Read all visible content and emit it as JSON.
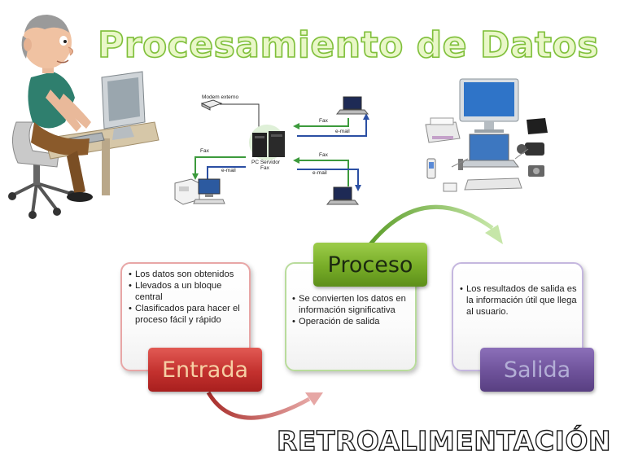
{
  "title": "Procesamiento de Datos",
  "network": {
    "modem": "Modem externo",
    "server_line1": "PC Servidor",
    "server_line2": "Fax",
    "fax_top": "Fax",
    "email_top": "e-mail",
    "fax_left": "Fax",
    "email_left": "e-mail",
    "fax_bottom": "Fax",
    "email_bottom": "e-mail"
  },
  "stages": {
    "entrada": {
      "label": "Entrada",
      "bullets": [
        "Los datos son  obtenidos",
        "Llevados a un bloque central",
        "Clasificados para hacer el proceso fácil y rápido"
      ]
    },
    "proceso": {
      "label": "Proceso",
      "bullets": [
        "Se convierten los datos en información significativa",
        "Operación de salida"
      ]
    },
    "salida": {
      "label": "Salida",
      "bullets": [
        "Los resultados de salida es la información útil que llega al usuario."
      ]
    }
  },
  "feedback_label": "RETROALIMENTACIÓN",
  "colors": {
    "entrada": "#c3312e",
    "proceso": "#77ac27",
    "salida": "#6e529a",
    "title_outline": "#7fbf3a",
    "arrow_red": "#c0504d",
    "arrow_green": "#8bc34a"
  }
}
